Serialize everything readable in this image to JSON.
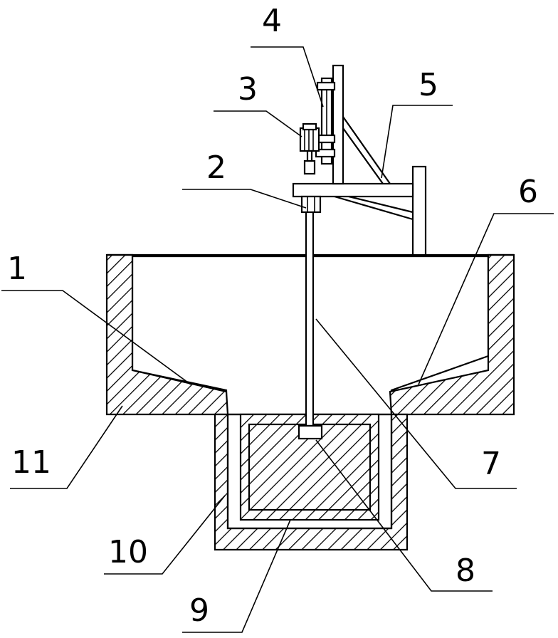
{
  "diagram": {
    "labels": {
      "1": "1",
      "2": "2",
      "3": "3",
      "4": "4",
      "5": "5",
      "6": "6",
      "7": "7",
      "8": "8",
      "9": "9",
      "10": "10",
      "11": "11"
    },
    "colors": {
      "stroke": "#000000",
      "background": "#ffffff"
    }
  }
}
